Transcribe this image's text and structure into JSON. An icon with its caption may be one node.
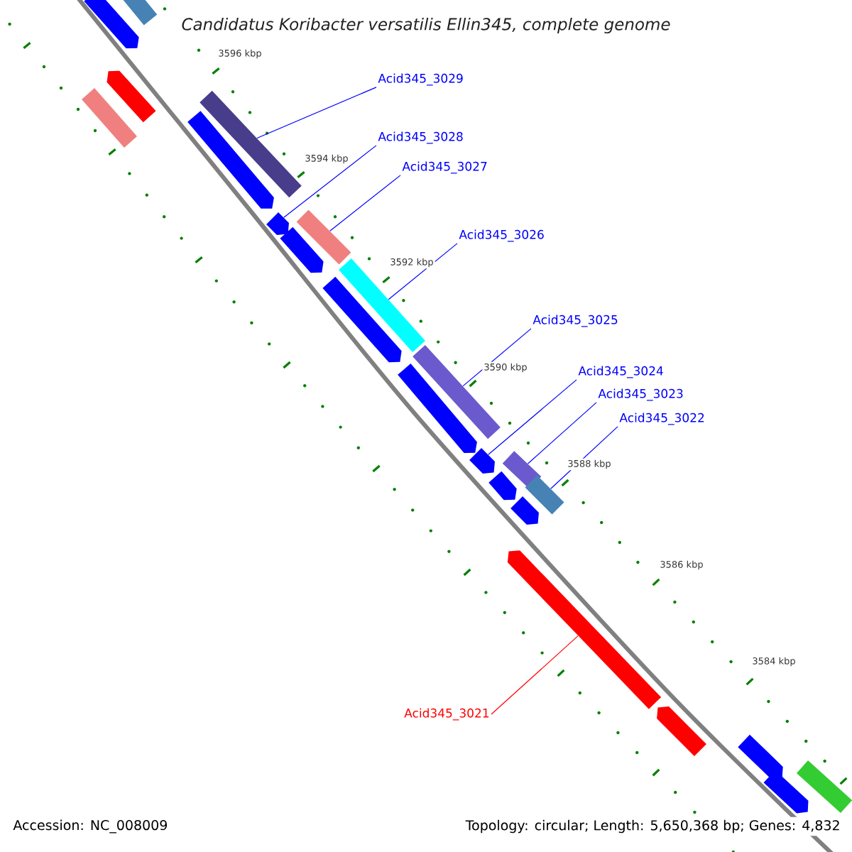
{
  "diagram": {
    "title": "Candidatus Koribacter versatilis Ellin345, complete genome",
    "nodes": [
      {
        "text": [
          "Acid345_3029"
        ]
      },
      {
        "text": [
          "Acid345_3028"
        ]
      },
      {
        "text": [
          "Acid345_3027"
        ]
      },
      {
        "text": [
          "Acid345_3026"
        ]
      },
      {
        "text": [
          "Acid345_3025"
        ]
      },
      {
        "text": [
          "Acid345_3024"
        ]
      },
      {
        "text": [
          "Acid345_3023"
        ]
      },
      {
        "text": [
          "Acid345_3022"
        ]
      },
      {
        "text": [
          "Acid345_3021"
        ]
      },
      {
        "text": [],
        "shape": "box"
      },
      {
        "text": [],
        "shape": "arrow"
      },
      {
        "text": [],
        "shape": "arrow"
      },
      {
        "text": [],
        "shape": "box"
      },
      {
        "text": [],
        "shape": "box"
      },
      {
        "text": [],
        "shape": "arrow"
      },
      {
        "text": [],
        "shape": "arrow"
      },
      {
        "text": [],
        "shape": "box"
      },
      {
        "text": [],
        "shape": "arrow"
      },
      {
        "text": [],
        "shape": "box"
      },
      {
        "text": [],
        "shape": "arrow"
      },
      {
        "text": [],
        "shape": "box"
      },
      {
        "text": [],
        "shape": "arrow"
      },
      {
        "text": [],
        "shape": "arrow"
      },
      {
        "text": [],
        "shape": "box"
      },
      {
        "text": [],
        "shape": "arrow"
      },
      {
        "text": [],
        "shape": "box"
      },
      {
        "text": [],
        "shape": "arrow"
      },
      {
        "text": [],
        "shape": "arrow"
      },
      {
        "text": [],
        "shape": "arrow"
      },
      {
        "text": [],
        "shape": "arrow"
      },
      {
        "text": [],
        "shape": "box"
      },
      {
        "text": [],
        "shape": "arrow"
      }
    ],
    "edges": [
      {
        "from": 0,
        "to": 13,
        "arrow": "none"
      },
      {
        "from": 1,
        "to": 15,
        "arrow": "none"
      },
      {
        "from": 2,
        "to": 16,
        "arrow": "none"
      },
      {
        "from": 3,
        "to": 18,
        "arrow": "none"
      },
      {
        "from": 4,
        "to": 20,
        "arrow": "none"
      },
      {
        "from": 5,
        "to": 22,
        "arrow": "none"
      },
      {
        "from": 6,
        "to": 23,
        "arrow": "none"
      },
      {
        "from": 7,
        "to": 25,
        "arrow": "none"
      },
      {
        "from": 8,
        "to": 27,
        "arrow": "none",
        "color": "#ff0000"
      }
    ],
    "labels": [
      "3596 kbp",
      "3594 kbp",
      "3592 kbp",
      "3590 kbp",
      "3588 kbp",
      "3586 kbp",
      "3584 kbp",
      "Accession: NC_008009",
      "Topology: circular; Length: 5,650,368 bp; Genes: 4,832"
    ]
  }
}
